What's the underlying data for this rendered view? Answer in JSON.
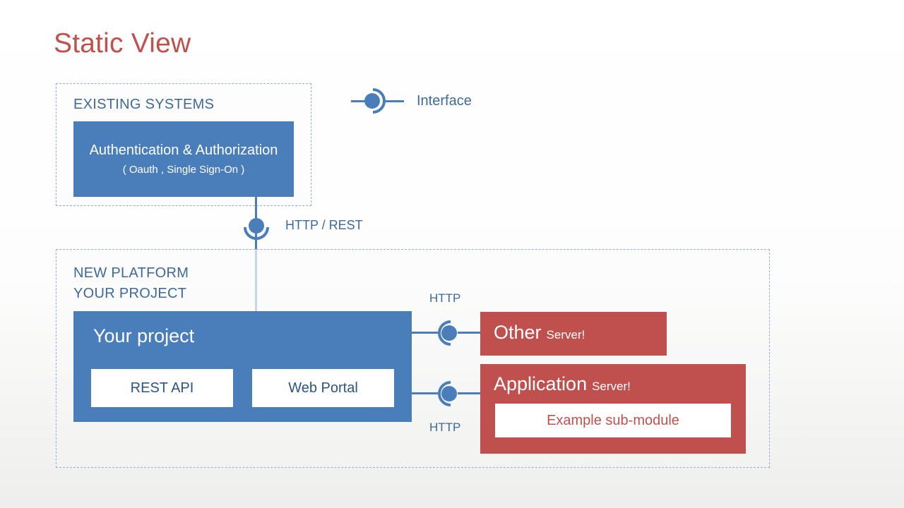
{
  "slide": {
    "title": "Static View",
    "colors": {
      "title_red": "#C0504D",
      "accent_blue": "#4A7EBB",
      "label_blue": "#3D6A9B",
      "dark_blue_text": "#2A5584",
      "dashed_border": "#8FAFD0",
      "white": "#FFFFFF"
    }
  },
  "legend": {
    "icon": "ball-and-socket-interface-icon",
    "label": "Interface"
  },
  "existing_systems": {
    "group_label": "EXISTING SYSTEMS",
    "box": {
      "title": "Authentication & Authorization",
      "subtitle": "( Oauth , Single Sign-On )"
    }
  },
  "connections": {
    "auth_to_project": "HTTP / REST",
    "project_to_other": "HTTP",
    "project_to_application": "HTTP"
  },
  "new_platform": {
    "group_label_line1": "NEW PLATFORM",
    "group_label_line2": "YOUR PROJECT",
    "project_box": {
      "title": "Your project",
      "modules": [
        {
          "label": "REST  API"
        },
        {
          "label": "Web Portal"
        }
      ]
    }
  },
  "servers": [
    {
      "name": "Other",
      "kind": "Server!",
      "submodules": []
    },
    {
      "name": "Application",
      "kind": "Server!",
      "submodules": [
        {
          "label": "Example sub-module"
        }
      ]
    }
  ]
}
